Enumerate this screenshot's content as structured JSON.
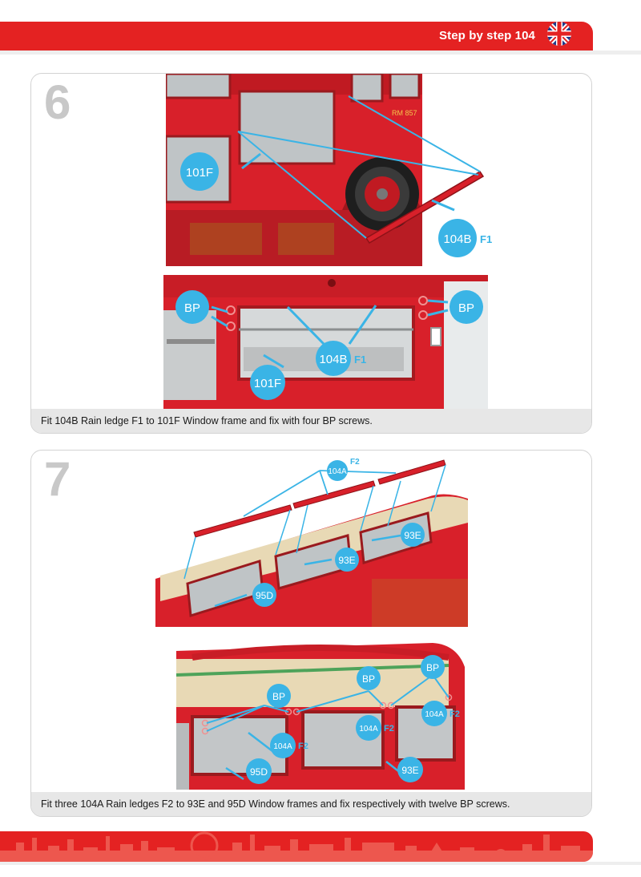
{
  "header": {
    "title": "Step by step 104",
    "flag_icon": "uk-flag-icon",
    "brand_red": "#e42222"
  },
  "steps": [
    {
      "number": "6",
      "caption": "Fit 104B Rain ledge F1 to 101F Window frame and fix with four BP screws.",
      "callouts": {
        "top_101f": "101F",
        "top_104b": "104B",
        "top_104b_suffix": "F1",
        "bottom_bp_left": "BP",
        "bottom_bp_right": "BP",
        "bottom_104b": "104B",
        "bottom_104b_suffix": "F1",
        "bottom_101f": "101F",
        "plate": "RM 857"
      }
    },
    {
      "number": "7",
      "caption": "Fit three 104A Rain ledges F2 to 93E and 95D Window frames and fix respectively with twelve BP screws.",
      "callouts": {
        "top_104a": "104A",
        "top_104a_suffix": "F2",
        "top_93e_right": "93E",
        "top_93e_middle": "93E",
        "top_95d": "95D",
        "bottom_bp_left": "BP",
        "bottom_bp_middle": "BP",
        "bottom_bp_right": "BP",
        "bottom_104a_left": "104A",
        "bottom_104a_left_suffix": "F2",
        "bottom_104a_middle": "104A",
        "bottom_104a_middle_suffix": "F2",
        "bottom_104a_right": "104A",
        "bottom_104a_right_suffix": "F2",
        "bottom_95d": "95D",
        "bottom_93e": "93E"
      }
    }
  ],
  "colors": {
    "callout_blue": "#3ab4e6",
    "bus_red": "#d8202a",
    "panel_gray": "#e7e7e7"
  }
}
